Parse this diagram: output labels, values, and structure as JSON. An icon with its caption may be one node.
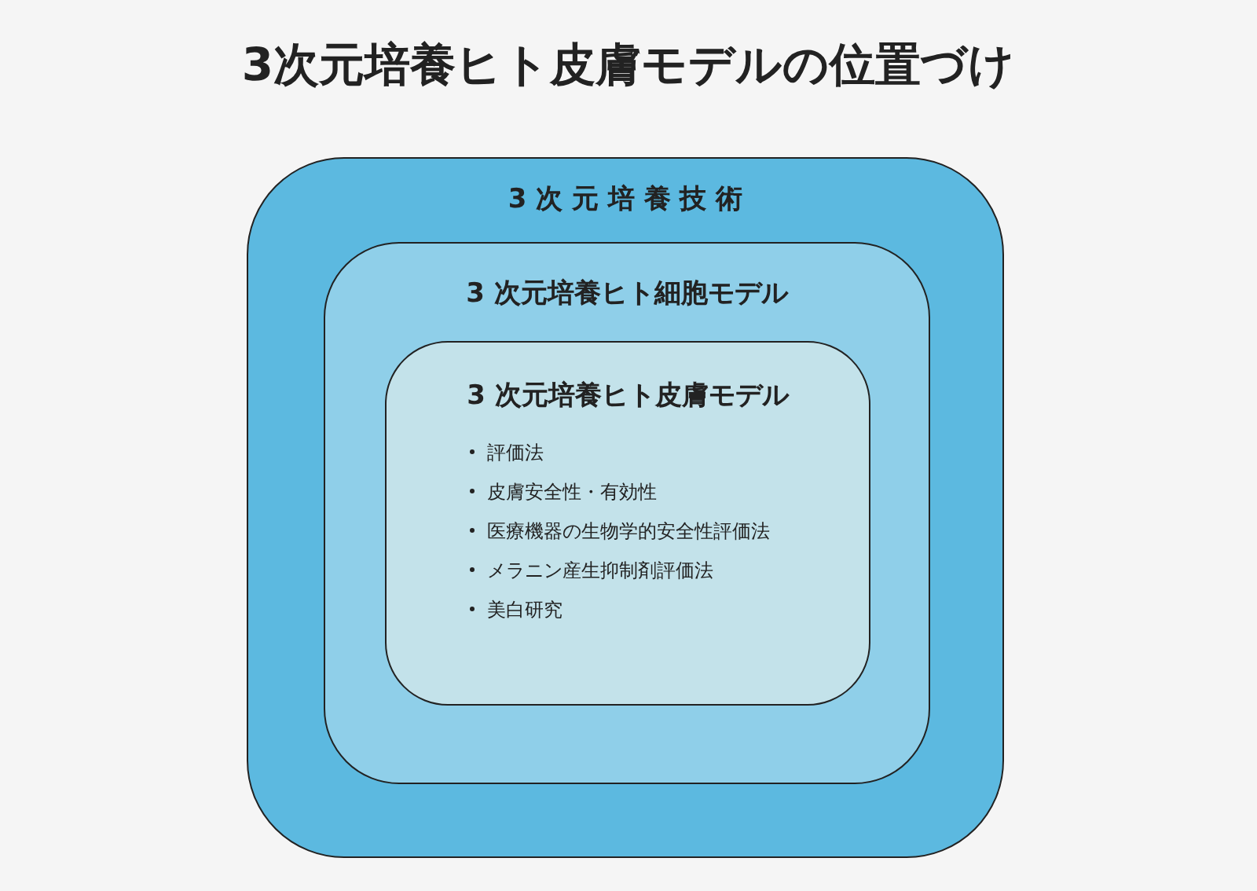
{
  "diagram": {
    "title": "3次元培養ヒト皮膚モデルの位置づけ",
    "nodes": [
      {
        "text": [
          "3 次 元 培 養 技 術"
        ]
      },
      {
        "text": [
          "3 次元培養ヒト細胞モデル"
        ],
        "in": 0
      },
      {
        "text": [
          "3 次元培養ヒト皮膚モデル",
          "評価法",
          "皮膚安全性・有効性",
          "医療機器の生物学的安全性評価法",
          "メラニン産生抑制剤評価法",
          "美白研究"
        ],
        "in": 1
      }
    ],
    "edges": []
  }
}
